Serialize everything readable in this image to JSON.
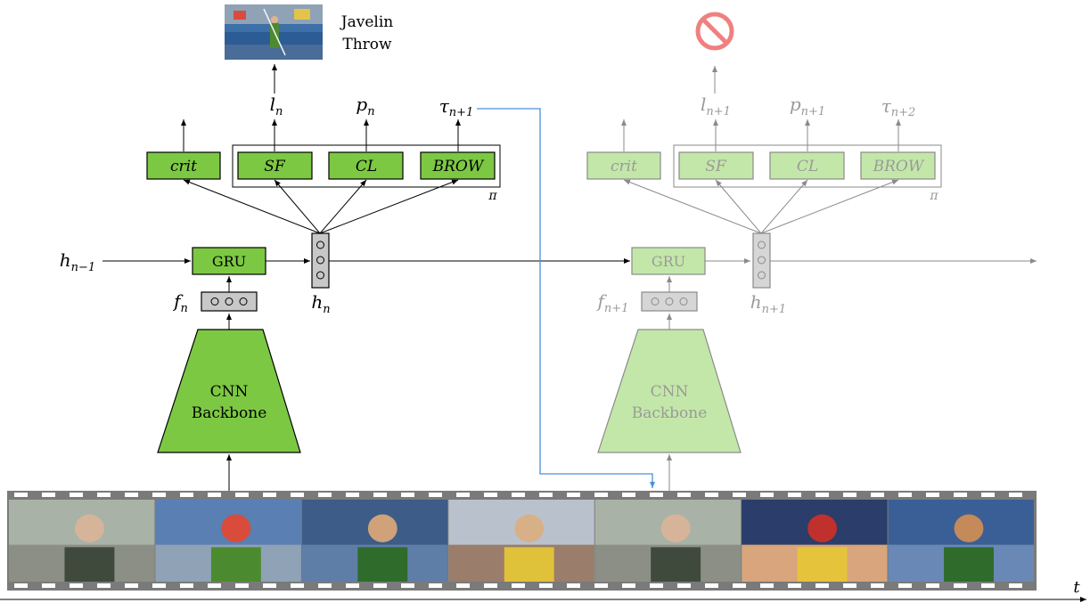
{
  "colors": {
    "active_fill": "#7cc843",
    "faded_fill": "#c3e7a8",
    "faded_text": "#9a9a9a",
    "faded_stroke": "#8a8a8a",
    "hidden_box": "#c8c8c8",
    "skip_arrow": "#4a90d9",
    "stop_icon": "#f08080",
    "film_strip": "#7a7a7a"
  },
  "step_n": {
    "action_label": "Javelin Throw",
    "output_l": "l",
    "output_l_sub": "n",
    "output_p": "p",
    "output_p_sub": "n",
    "output_tau": "τ",
    "output_tau_sub": "n+1",
    "heads": [
      "crit",
      "SF",
      "CL",
      "BROW"
    ],
    "policy_label": "π",
    "gru_label": "GRU",
    "prev_hidden": "h",
    "prev_hidden_sub": "n−1",
    "feature": "f",
    "feature_sub": "n",
    "hidden": "h",
    "hidden_sub": "n",
    "cnn_line1": "CNN",
    "cnn_line2": "Backbone"
  },
  "step_n1": {
    "output_l": "l",
    "output_l_sub": "n+1",
    "output_p": "p",
    "output_p_sub": "n+1",
    "output_tau": "τ",
    "output_tau_sub": "n+2",
    "heads": [
      "crit",
      "SF",
      "CL",
      "BROW"
    ],
    "policy_label": "π",
    "gru_label": "GRU",
    "feature": "f",
    "feature_sub": "n+1",
    "hidden": "h",
    "hidden_sub": "n+1",
    "cnn_line1": "CNN",
    "cnn_line2": "Backbone",
    "stop_icon": "no-entry-icon"
  },
  "timeline": {
    "axis_label": "t",
    "frame_count": 7,
    "frames": [
      "crowd-frame",
      "javelin-throw-frame",
      "athlete-back-frame",
      "athlete-smile-frame",
      "crowd-frame",
      "scoreboard-frame",
      "athlete-track-frame"
    ]
  }
}
